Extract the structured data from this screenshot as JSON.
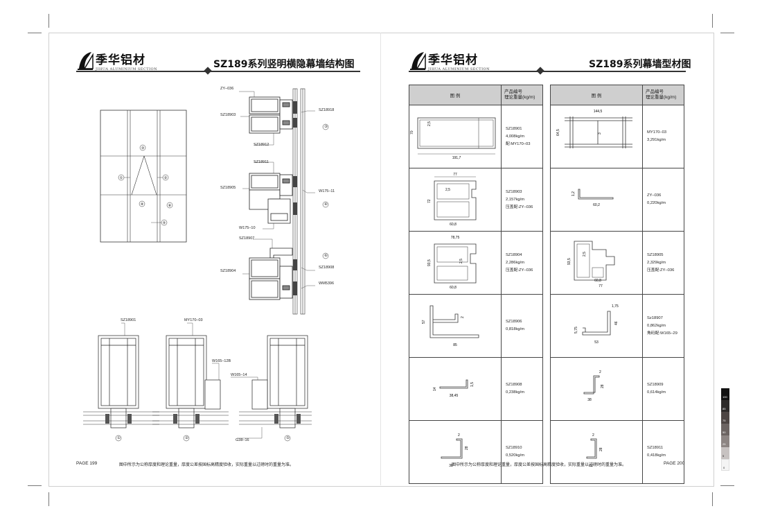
{
  "brand": {
    "name": "季华铝材",
    "sub": "JIHUA ALUMINIUM SECTION"
  },
  "left_page": {
    "title": "SZ189系列竖明横隐幕墙结构图",
    "page": "PAGE 199",
    "note": "图中所示为公称厚度和理论重量，厚度公差按国标高精度验收，实际重量以过磅时的重量为准。",
    "elevation_marks": [
      "③",
      "①",
      "②",
      "④",
      "⑥",
      "⑤"
    ],
    "section_labels": {
      "zy036": "ZY–036",
      "sz18903": "SZ18903",
      "sz18918": "SZ18918",
      "sz18912": "SZ18912",
      "sz18911": "SZ18911",
      "sz18905": "SZ18905",
      "w175_11": "W175–11",
      "w175_10": "W175–10",
      "sz18907": "SZ18907",
      "sz18904": "SZ18904",
      "sz18908": "SZ18908",
      "wm5396": "WM5396",
      "c3": "③",
      "c4": "④",
      "c6": "⑥"
    },
    "bottom_labels": {
      "sz18901": "SZ18901",
      "my170": "MY170–03",
      "w165_12b": "W165–12B",
      "w165_14": "W165–14",
      "g38": "G38–16",
      "n1": "①",
      "n2": "②",
      "n5": "⑤"
    }
  },
  "right_page": {
    "title": "SZ189系列幕墙型材图",
    "page": "PAGE 200",
    "note": "图中所示为公称厚度和理论重量，厚度公差按国标高精度验收，实际重量以过磅时的重量为准。",
    "header": {
      "legend": "图   例",
      "code_line1": "产品编号",
      "code_line2": "理论重量(kg/m)"
    },
    "left_rows": [
      {
        "code": "SZ18901",
        "weight": "4,008kg/m",
        "extra": "配:MY170–03",
        "dims": [
          "70",
          "2,5",
          "191,7"
        ]
      },
      {
        "code": "SZ18903",
        "weight": "2,157kg/m",
        "extra": "压盖配:ZY–036",
        "dims": [
          "77",
          "2,5",
          "72",
          "60,8"
        ]
      },
      {
        "code": "SZ18904",
        "weight": "2,286kg/m",
        "extra": "压盖配:ZY–036",
        "dims": [
          "78,75",
          "93,5",
          "2,5",
          "60,8"
        ]
      },
      {
        "code": "SZ18906",
        "weight": "0,818kg/m",
        "extra": "",
        "dims": [
          "57",
          "2",
          "85"
        ]
      },
      {
        "code": "SZ18908",
        "weight": "0,238kg/m",
        "extra": "",
        "dims": [
          "14",
          "1,5",
          "38,45"
        ]
      },
      {
        "code": "SZ18910",
        "weight": "0,520kg/m",
        "extra": "",
        "dims": [
          "2",
          "28",
          "38"
        ]
      }
    ],
    "right_rows": [
      {
        "code": "MY170–03",
        "weight": "3,291kg/m",
        "extra": "",
        "dims": [
          "144,5",
          "64,5",
          "3"
        ]
      },
      {
        "code": "ZY–036",
        "weight": "0,220kg/m",
        "extra": "",
        "dims": [
          "1,2",
          "60,2"
        ]
      },
      {
        "code": "SZ18905",
        "weight": "2,329kg/m",
        "extra": "压盖配:ZY–036",
        "dims": [
          "93,5",
          "2,5",
          "60,8",
          "77"
        ]
      },
      {
        "code": "Sz18907",
        "weight": "0,862kg/m",
        "extra": "角码配:W165–29",
        "dims": [
          "1,75",
          "5,75",
          "46",
          "53"
        ]
      },
      {
        "code": "SZ18909",
        "weight": "0,614kg/m",
        "extra": "",
        "dims": [
          "2",
          "28",
          "38"
        ]
      },
      {
        "code": "SZ18911",
        "weight": "0,418kg/m",
        "extra": "",
        "dims": [
          "2",
          "28",
          "22"
        ]
      }
    ]
  },
  "color_bar": {
    "labels": [
      "100",
      "85",
      "75",
      "50",
      "25",
      "5",
      "0"
    ],
    "colors": [
      "#111111",
      "#2e2b2a",
      "#4d4543",
      "#6c6462",
      "#8d8583",
      "#c7c2c1",
      "#f4f4f4"
    ]
  }
}
